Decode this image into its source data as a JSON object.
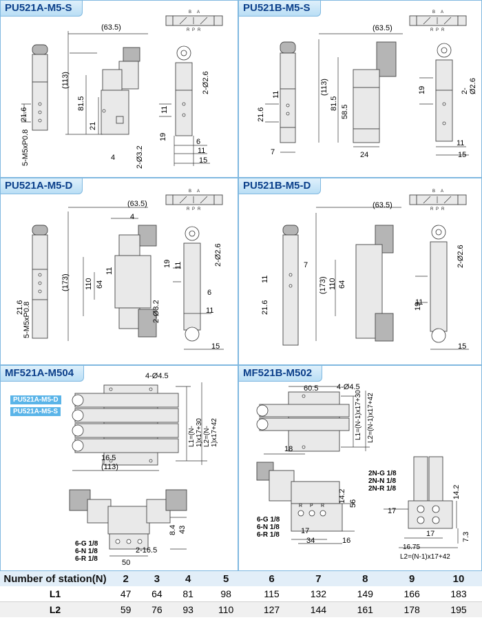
{
  "panels": {
    "p1": {
      "title": "PU521A-M5-S",
      "dims": [
        "(63.5)",
        "(113)",
        "81.5",
        "21",
        "21.6",
        "5-M5xP0.8",
        "4",
        "2-Ø3.2",
        "2-Ø2.6",
        "11",
        "19",
        "6",
        "11",
        "15"
      ]
    },
    "p2": {
      "title": "PU521B-M5-S",
      "dims": [
        "(63.5)",
        "(113)",
        "81.5",
        "58.5",
        "11",
        "21.6",
        "7",
        "24",
        "19",
        "2-Ø2.6",
        "11",
        "15"
      ]
    },
    "p3": {
      "title": "PU521A-M5-D",
      "dims": [
        "(63.5)",
        "4",
        "(173)",
        "110",
        "64",
        "11",
        "21.6",
        "5-M5xP0.8",
        "2-Ø3.2",
        "19",
        "11",
        "2-Ø2.6",
        "6",
        "11",
        "15"
      ]
    },
    "p4": {
      "title": "PU521B-M5-D",
      "dims": [
        "(63.5)",
        "7",
        "(173)",
        "110",
        "64",
        "11",
        "21.6",
        "2-Ø2.6",
        "19",
        "11",
        "15"
      ]
    },
    "p5": {
      "title": "MF521A-M504",
      "labels": [
        "PU521A-M5-D",
        "PU521A-M5-S"
      ],
      "dims": [
        "4-Ø4.5",
        "L1=(N-1)x17+30",
        "L2=(N-1)x17+42",
        "16.5",
        "(113)",
        "8.4",
        "43",
        "6-G 1/8",
        "6-N 1/8",
        "6-R 1/8",
        "2-16.5",
        "50"
      ]
    },
    "p6": {
      "title": "MF521B-M502",
      "dims": [
        "60.5",
        "4-Ø4.5",
        "L1=(N-1)x17+30",
        "L2=(N-1)x17+42",
        "18",
        "14.2",
        "56",
        "6-G 1/8",
        "6-N 1/8",
        "6-R 1/8",
        "17",
        "34",
        "16",
        "2N-G 1/8",
        "2N-N 1/8",
        "2N-R 1/8",
        "14.2",
        "17",
        "17",
        "7.3",
        "16.75",
        "L2=(N-1)x17+42"
      ],
      "ports": [
        "R",
        "P",
        "R"
      ]
    }
  },
  "symbol": {
    "top": [
      "B",
      "A"
    ],
    "bottom": [
      "R",
      "P",
      "R"
    ]
  },
  "table": {
    "header_label": "Number of station(N)",
    "stations": [
      "2",
      "3",
      "4",
      "5",
      "6",
      "7",
      "8",
      "9",
      "10"
    ],
    "rows": [
      {
        "label": "L1",
        "values": [
          "47",
          "64",
          "81",
          "98",
          "115",
          "132",
          "149",
          "166",
          "183"
        ]
      },
      {
        "label": "L2",
        "values": [
          "59",
          "76",
          "93",
          "110",
          "127",
          "144",
          "161",
          "178",
          "195"
        ]
      }
    ]
  }
}
